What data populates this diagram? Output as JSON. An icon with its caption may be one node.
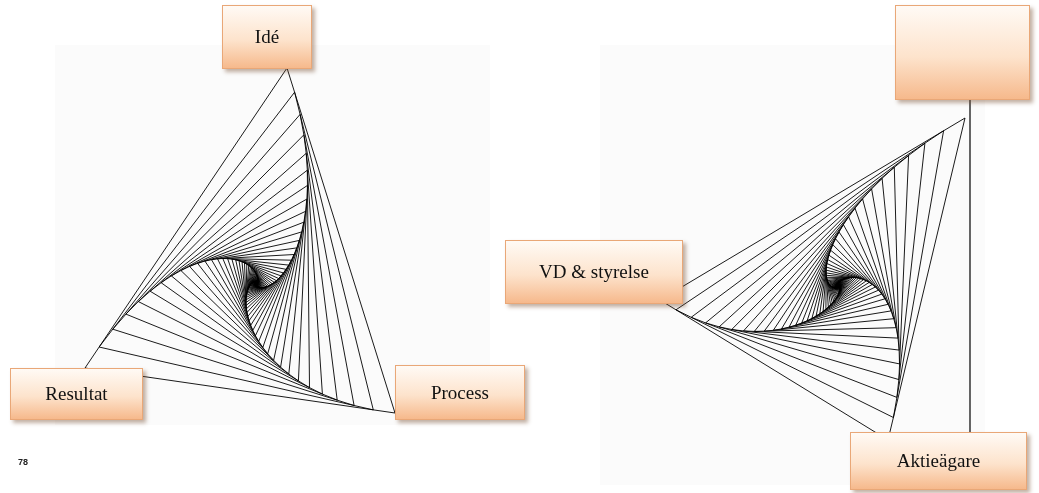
{
  "diagram": {
    "nodes": [
      {
        "text": [
          "Idé"
        ]
      },
      {
        "text": [
          "Resultat"
        ]
      },
      {
        "text": [
          "Process"
        ]
      },
      {
        "text": [
          "VD & styrelse"
        ]
      },
      {
        "text": [],
        "shape": "box"
      },
      {
        "text": [
          "Aktieägare"
        ]
      }
    ],
    "edges": [
      {
        "from": 4,
        "to": 5,
        "arrow": "none"
      }
    ],
    "labels": [
      "78"
    ]
  }
}
